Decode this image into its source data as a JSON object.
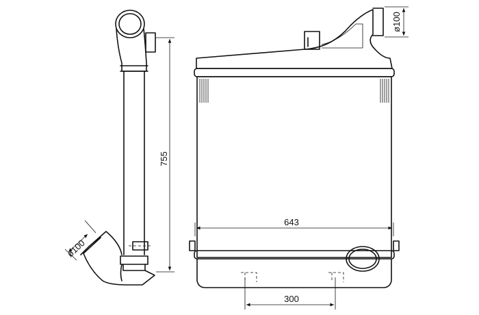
{
  "drawing": {
    "side_view": {
      "height_label": "755",
      "pipe_diameter_label": "ø100"
    },
    "front_view": {
      "width_label": "643",
      "outlet_diameter_label": "ø100",
      "port_spacing_label": "300"
    }
  }
}
